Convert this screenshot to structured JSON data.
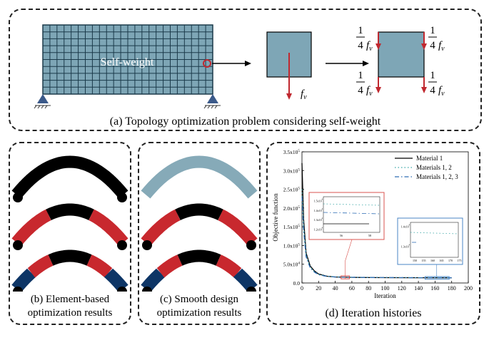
{
  "panel_a": {
    "mesh_label": "Self-weight",
    "force_label": "f",
    "force_sub": "v",
    "fraction_num": "1",
    "fraction_den": "4",
    "caption": "(a) Topology optimization problem considering self-weight"
  },
  "panel_b": {
    "caption_line1": "(b) Element-based",
    "caption_line2": "optimization results"
  },
  "panel_c": {
    "caption_line1": "(c) Smooth design",
    "caption_line2": "optimization results"
  },
  "panel_d": {
    "caption": "(d) Iteration histories"
  },
  "colors": {
    "mesh_fill": "#7ea6b6",
    "mesh_line": "#1b3a4a",
    "force_arrow": "#c0282f",
    "material_black": "#000000",
    "material_red": "#c8282e",
    "material_blue": "#0d3566",
    "smooth_grey": "#86aab8",
    "support": "#3b5a8a",
    "inset1_border": "#d9534f",
    "inset2_border": "#4a86c5"
  },
  "chart_data": {
    "type": "line",
    "xlabel": "Iteration",
    "ylabel": "Objective function",
    "xlim": [
      0,
      200
    ],
    "ylim": [
      0,
      350000
    ],
    "x_ticks": [
      "0",
      "20",
      "40",
      "60",
      "80",
      "100",
      "120",
      "140",
      "160",
      "180",
      "200"
    ],
    "y_ticks": [
      "0.0",
      "5.0x10^4",
      "1.0x10^5",
      "1.5x10^5",
      "2.0x10^5",
      "2.5x10^5",
      "3.0x10^5",
      "3.5x10^5"
    ],
    "legend_position": "top-right",
    "series": [
      {
        "name": "Material 1",
        "style": "solid",
        "color": "#000000",
        "x": [
          0,
          2,
          5,
          10,
          15,
          20,
          30,
          40,
          60,
          80,
          100,
          140,
          180
        ],
        "y": [
          320000,
          170000,
          80000,
          45000,
          32000,
          24000,
          18000,
          16000,
          15000,
          14500,
          14200,
          14000,
          13900
        ]
      },
      {
        "name": "Materials 1, 2",
        "style": "dotted",
        "color": "#3aa6a6",
        "x": [
          0,
          2,
          5,
          10,
          15,
          20,
          30,
          40,
          60,
          80,
          100,
          140,
          180
        ],
        "y": [
          250000,
          150000,
          75000,
          42000,
          30000,
          23000,
          18000,
          16500,
          15500,
          15000,
          14600,
          14300,
          14100
        ]
      },
      {
        "name": "Materials 1, 2, 3",
        "style": "dashdot",
        "color": "#2f6db5",
        "x": [
          0,
          2,
          5,
          10,
          15,
          20,
          30,
          40,
          60,
          80,
          100,
          140,
          180
        ],
        "y": [
          230000,
          140000,
          70000,
          40000,
          29000,
          22000,
          17500,
          16000,
          15200,
          14700,
          14400,
          14100,
          13950
        ]
      }
    ],
    "inset1": {
      "y_ticks": [
        "1.5x10^4",
        "1.4x10^4",
        "1.3x10^4",
        "1.2x10^4"
      ],
      "x_ticks": [
        "56",
        "58"
      ]
    },
    "inset2": {
      "y_ticks": [
        "1.4x10^4",
        "1.3x10^4"
      ],
      "x_ticks": [
        "150",
        "155",
        "160",
        "165",
        "170",
        "175"
      ]
    }
  }
}
